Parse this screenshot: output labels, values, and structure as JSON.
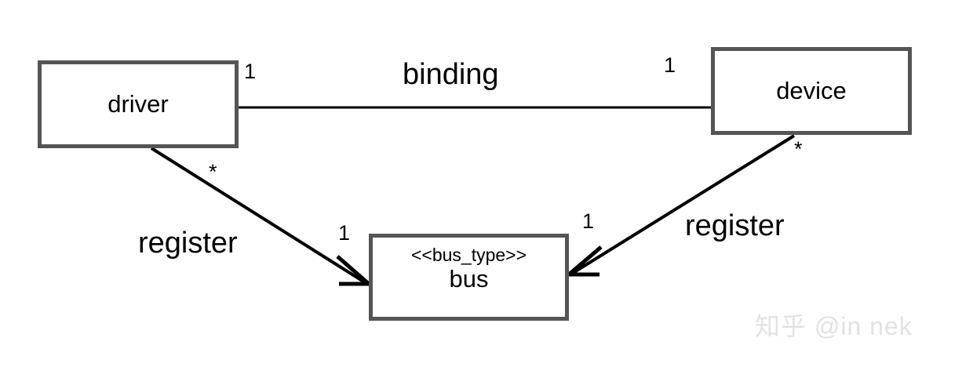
{
  "diagram": {
    "title": "driver / device / bus UML class relationship diagram",
    "type": "uml-class-diagram",
    "colors": {
      "node_border": "#555555",
      "node_fill": "#ffffff",
      "edge": "#000000",
      "text": "#000000",
      "watermark": "#e2e2e2",
      "background": "#ffffff"
    },
    "nodes": [
      {
        "id": "driver",
        "label": "driver",
        "stereotype": ""
      },
      {
        "id": "device",
        "label": "device",
        "stereotype": ""
      },
      {
        "id": "bus",
        "label": "bus",
        "stereotype": "<<bus_type>>"
      }
    ],
    "edges": [
      {
        "id": "binding",
        "name": "binding",
        "from": "driver",
        "to": "device",
        "from_multiplicity": "1",
        "to_multiplicity": "1",
        "arrow": "none"
      },
      {
        "id": "register-left",
        "name": "register",
        "from": "driver",
        "to": "bus",
        "from_multiplicity": "*",
        "to_multiplicity": "1",
        "arrow": "open-to-target"
      },
      {
        "id": "register-right",
        "name": "register",
        "from": "device",
        "to": "bus",
        "from_multiplicity": "*",
        "to_multiplicity": "1",
        "arrow": "open-to-target"
      }
    ],
    "watermark": "知乎 @in nek"
  }
}
